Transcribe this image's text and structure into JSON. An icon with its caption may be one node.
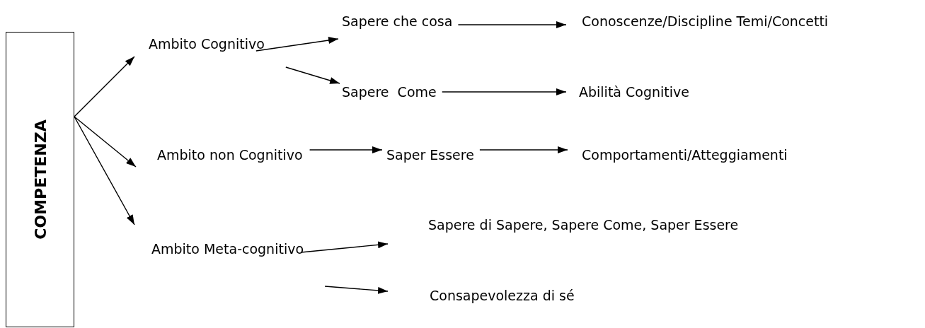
{
  "diagram": {
    "nodes": [
      {
        "text": [
          "COMPETENZA"
        ]
      },
      {
        "text": [
          "Ambito Cognitivo"
        ]
      },
      {
        "text": [
          "Sapere che cosa"
        ]
      },
      {
        "text": [
          "Conoscenze/Discipline Temi/Concetti"
        ]
      },
      {
        "text": [
          "Sapere  Come"
        ]
      },
      {
        "text": [
          "Abilità Cognitive"
        ]
      },
      {
        "text": [
          "Ambito non Cognitivo"
        ]
      },
      {
        "text": [
          "Saper Essere"
        ]
      },
      {
        "text": [
          "Comportamenti/Atteggiamenti"
        ]
      },
      {
        "text": [
          "Ambito Meta-cognitivo"
        ]
      },
      {
        "text": [
          "Sapere di Sapere, Sapere Come, Saper Essere"
        ]
      },
      {
        "text": [
          "Consapevolezza di sé"
        ]
      }
    ],
    "edges": [
      {
        "from": 0,
        "to": 1,
        "arrow": "to"
      },
      {
        "from": 0,
        "to": 6,
        "arrow": "to"
      },
      {
        "from": 0,
        "to": 9,
        "arrow": "to"
      },
      {
        "from": 1,
        "to": 2,
        "arrow": "to"
      },
      {
        "from": 1,
        "to": 4,
        "arrow": "to"
      },
      {
        "from": 2,
        "to": 3,
        "arrow": "to"
      },
      {
        "from": 4,
        "to": 5,
        "arrow": "to"
      },
      {
        "from": 6,
        "to": 7,
        "arrow": "to"
      },
      {
        "from": 7,
        "to": 8,
        "arrow": "to"
      },
      {
        "from": 9,
        "to": 10,
        "arrow": "to"
      },
      {
        "from": 9,
        "to": 11,
        "arrow": "to"
      }
    ]
  }
}
